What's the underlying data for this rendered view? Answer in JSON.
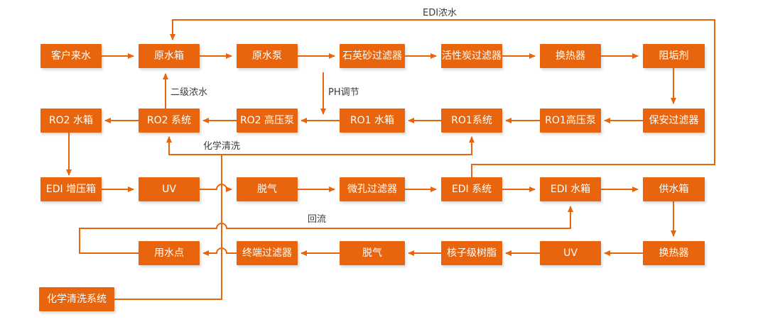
{
  "diagram": {
    "type": "process-flow",
    "description_visible_text_only": true,
    "colors": {
      "accent": "#E8650D",
      "node_text": "#FFFFFF",
      "edge_label_text": "#3C3C3C",
      "background": "#FFFFFF"
    }
  },
  "nodes": {
    "customer_inlet": "客户来水",
    "raw_water_tank": "原水箱",
    "raw_water_pump": "原水泵",
    "quartz_sand_filter": "石英砂过滤器",
    "activated_carbon_filter": "活性炭过滤器",
    "heat_exchanger_1": "换热器",
    "antiscalant": "阻垢剂",
    "ro2_tank": "RO2 水箱",
    "ro2_system": "RO2 系统",
    "ro2_hp_pump": "RO2 高压泵",
    "ro1_tank": "RO1 水箱",
    "ro1_system": "RO1系统",
    "ro1_hp_pump": "RO1高压泵",
    "security_filter": "保安过滤器",
    "edi_booster_tank": "EDI 增压箱",
    "uv_1": "UV",
    "degas_1": "脱气",
    "microporous_filter": "微孔过滤器",
    "edi_system": "EDI 系统",
    "edi_tank": "EDI 水箱",
    "supply_tank": "供水箱",
    "use_point": "用水点",
    "terminal_filter": "终端过滤器",
    "degas_2": "脱气",
    "nuclear_grade_resin": "核子级树脂",
    "uv_2": "UV",
    "heat_exchanger_2": "换热器",
    "chemical_cleaning_system": "化学清洗系统"
  },
  "edge_labels": {
    "edi_concentrate": "EDI浓水",
    "secondary_concentrate": "二级浓水",
    "ph_adjust": "PH调节",
    "chemical_clean": "化学清洗",
    "reflux": "回流"
  },
  "edges": [
    {
      "from": "customer_inlet",
      "to": "raw_water_tank"
    },
    {
      "from": "raw_water_tank",
      "to": "raw_water_pump"
    },
    {
      "from": "raw_water_pump",
      "to": "quartz_sand_filter"
    },
    {
      "from": "quartz_sand_filter",
      "to": "activated_carbon_filter"
    },
    {
      "from": "activated_carbon_filter",
      "to": "heat_exchanger_1"
    },
    {
      "from": "heat_exchanger_1",
      "to": "antiscalant"
    },
    {
      "from": "antiscalant",
      "to": "security_filter"
    },
    {
      "from": "security_filter",
      "to": "ro1_hp_pump"
    },
    {
      "from": "ro1_hp_pump",
      "to": "ro1_system"
    },
    {
      "from": "ro1_system",
      "to": "ro1_tank"
    },
    {
      "from": "ro1_tank",
      "to": "ro2_hp_pump",
      "note": "PH调节 injection arrow points into this line"
    },
    {
      "from": "ro2_hp_pump",
      "to": "ro2_system"
    },
    {
      "from": "ro2_system",
      "to": "ro2_tank"
    },
    {
      "from": "ro2_system",
      "to": "raw_water_tank",
      "label": "二级浓水"
    },
    {
      "from": "ro2_tank",
      "to": "edi_booster_tank"
    },
    {
      "from": "edi_booster_tank",
      "to": "uv_1"
    },
    {
      "from": "uv_1",
      "to": "degas_1"
    },
    {
      "from": "degas_1",
      "to": "microporous_filter"
    },
    {
      "from": "microporous_filter",
      "to": "edi_system"
    },
    {
      "from": "edi_system",
      "to": "edi_tank"
    },
    {
      "from": "edi_tank",
      "to": "supply_tank"
    },
    {
      "from": "edi_system",
      "to": "raw_water_tank",
      "label": "EDI浓水"
    },
    {
      "from": "supply_tank",
      "to": "heat_exchanger_2"
    },
    {
      "from": "heat_exchanger_2",
      "to": "uv_2"
    },
    {
      "from": "uv_2",
      "to": "nuclear_grade_resin"
    },
    {
      "from": "nuclear_grade_resin",
      "to": "degas_2"
    },
    {
      "from": "degas_2",
      "to": "terminal_filter"
    },
    {
      "from": "terminal_filter",
      "to": "use_point"
    },
    {
      "from": "use_point",
      "to": "edi_tank",
      "label": "回流"
    },
    {
      "from": "chemical_cleaning_system",
      "to": "ro2_system",
      "label": "化学清洗"
    },
    {
      "from": "chemical_cleaning_system",
      "to": "ro1_system",
      "label": "化学清洗"
    }
  ]
}
